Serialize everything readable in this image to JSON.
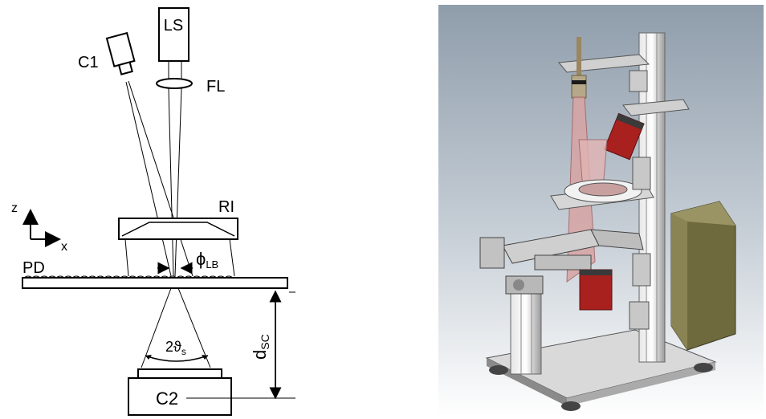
{
  "schematic": {
    "labels": {
      "light_source": "LS",
      "camera_1": "C1",
      "focusing_lens": "FL",
      "ring_illuminator": "RI",
      "particle_disc": "PD",
      "camera_2": "C2",
      "axis_z": "z",
      "axis_x": "x",
      "phi_main": "ϕ",
      "phi_sub": "LB",
      "theta_main": "2ϑ",
      "theta_sub": "s",
      "dsc_main": "d",
      "dsc_sub": "SC"
    }
  },
  "render": {
    "background_top": "#8f9dab",
    "background_bottom": "#ffffff",
    "camera_color": "#a8211f",
    "tube_color": "#d8a4a4",
    "enclosure_color": "#6f6a3e"
  }
}
